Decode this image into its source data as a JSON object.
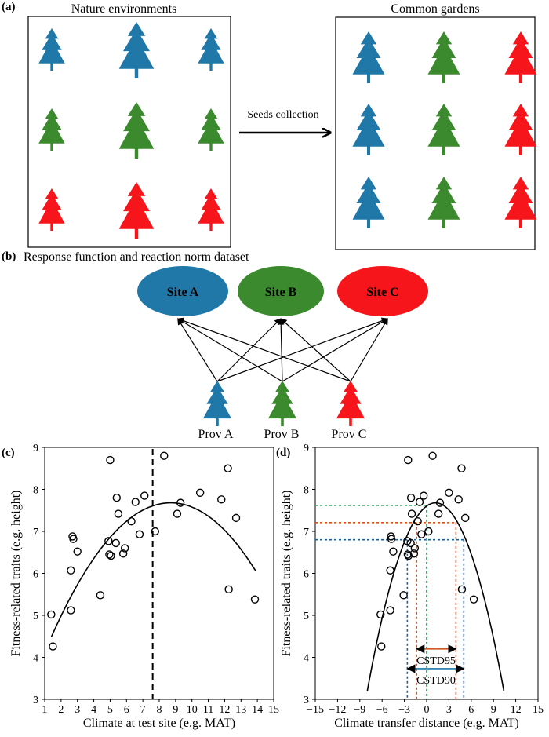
{
  "panel_a": {
    "label": "(a)",
    "left_title": "Nature environments",
    "right_title": "Common gardens",
    "arrow_label": "Seeds collection",
    "colors": {
      "blue": "#1f78a8",
      "green": "#3b8a2e",
      "red": "#f5151b"
    }
  },
  "panel_b": {
    "label": "(b)",
    "title": "Response function and reaction norm dataset",
    "sites": [
      "Site A",
      "Site B",
      "Site C"
    ],
    "provenances": [
      "Prov A",
      "Prov B",
      "Prov C"
    ]
  },
  "chart_data": [
    {
      "type": "scatter",
      "label": "(c)",
      "xlabel": "Climate at test site (e.g. MAT)",
      "ylabel": "Fitness-related traits (e.g. height)",
      "xlim": [
        1,
        15
      ],
      "ylim": [
        3,
        9
      ],
      "xticks": [
        "1",
        "2",
        "3",
        "4",
        "5",
        "6",
        "7",
        "8",
        "9",
        "10",
        "11",
        "12",
        "13",
        "14",
        "15"
      ],
      "yticks": [
        "3",
        "4",
        "5",
        "6",
        "7",
        "8",
        "9"
      ],
      "points": [
        [
          1.4,
          5.02
        ],
        [
          1.5,
          4.26
        ],
        [
          2.6,
          6.07
        ],
        [
          2.6,
          5.12
        ],
        [
          2.7,
          6.88
        ],
        [
          2.75,
          6.82
        ],
        [
          3.0,
          6.52
        ],
        [
          4.4,
          5.48
        ],
        [
          4.9,
          6.77
        ],
        [
          4.95,
          6.45
        ],
        [
          5.05,
          6.42
        ],
        [
          5.0,
          8.7
        ],
        [
          5.35,
          6.72
        ],
        [
          5.4,
          7.8
        ],
        [
          5.5,
          7.42
        ],
        [
          5.8,
          6.47
        ],
        [
          5.9,
          6.6
        ],
        [
          6.3,
          7.24
        ],
        [
          6.55,
          7.7
        ],
        [
          6.8,
          6.93
        ],
        [
          7.1,
          7.85
        ],
        [
          7.75,
          7.0
        ],
        [
          8.3,
          8.8
        ],
        [
          9.1,
          7.42
        ],
        [
          9.3,
          7.68
        ],
        [
          10.5,
          7.92
        ],
        [
          11.8,
          7.76
        ],
        [
          12.2,
          8.5
        ],
        [
          12.25,
          5.62
        ],
        [
          12.7,
          7.32
        ],
        [
          13.85,
          5.38
        ]
      ],
      "curve": {
        "type": "quadratic",
        "vertex_x": 8.7,
        "vertex_y": 7.68,
        "a": -0.06,
        "x_range": [
          1.4,
          13.9
        ]
      },
      "vline_x": 7.6
    },
    {
      "type": "scatter",
      "label": "(d)",
      "xlabel": "Climate transfer distance (e.g. MAT)",
      "ylabel": "Fitness-related traits (e.g. height)",
      "xlim": [
        -15,
        15
      ],
      "ylim": [
        3,
        9
      ],
      "xticks": [
        "−15",
        "−12",
        "−9",
        "−6",
        "−3",
        "0",
        "3",
        "6",
        "9",
        "12",
        "15"
      ],
      "yticks": [
        "3",
        "4",
        "5",
        "6",
        "7",
        "8",
        "9"
      ],
      "points": [
        [
          -6.2,
          5.02
        ],
        [
          -6.1,
          4.26
        ],
        [
          -4.9,
          6.07
        ],
        [
          -4.9,
          5.12
        ],
        [
          -4.8,
          6.88
        ],
        [
          -4.75,
          6.82
        ],
        [
          -4.5,
          6.52
        ],
        [
          -3.1,
          5.48
        ],
        [
          -2.6,
          6.77
        ],
        [
          -2.55,
          6.45
        ],
        [
          -2.45,
          6.42
        ],
        [
          -2.5,
          8.7
        ],
        [
          -2.15,
          6.72
        ],
        [
          -2.1,
          7.8
        ],
        [
          -2.0,
          7.42
        ],
        [
          -1.7,
          6.47
        ],
        [
          -1.6,
          6.6
        ],
        [
          -1.2,
          7.24
        ],
        [
          -0.95,
          7.7
        ],
        [
          -0.7,
          6.93
        ],
        [
          -0.4,
          7.85
        ],
        [
          0.25,
          7.0
        ],
        [
          0.8,
          8.8
        ],
        [
          1.6,
          7.42
        ],
        [
          1.8,
          7.68
        ],
        [
          3.0,
          7.92
        ],
        [
          4.3,
          7.76
        ],
        [
          4.7,
          8.5
        ],
        [
          4.75,
          5.62
        ],
        [
          5.2,
          7.32
        ],
        [
          6.35,
          5.38
        ]
      ],
      "curve": {
        "type": "quadratic",
        "vertex_x": 1.2,
        "vertex_y": 7.68,
        "a": -0.053,
        "x_range": [
          -8.0,
          10.4
        ]
      },
      "thresholds": [
        {
          "y": 7.62,
          "color": "#2e8b57",
          "x1": 0
        },
        {
          "y": 7.21,
          "color": "#d2541f",
          "x1": -1.35,
          "x2": 3.95
        },
        {
          "y": 6.8,
          "color": "#1f5f9a",
          "x1": -2.6,
          "x2": 5.0
        }
      ],
      "ranges": [
        {
          "name": "CSTD95",
          "x1": -1.35,
          "x2": 3.95,
          "color": "#d2541f"
        },
        {
          "name": "CSTD90",
          "x1": -2.6,
          "x2": 5.0,
          "color": "#1f78a8"
        }
      ]
    }
  ]
}
